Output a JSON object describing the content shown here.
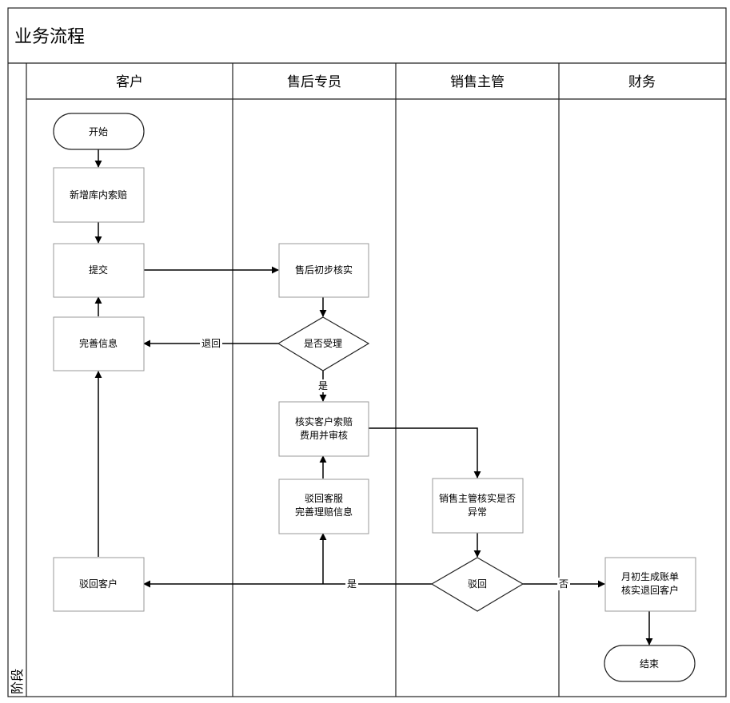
{
  "diagram": {
    "title": "业务流程",
    "phase_label": "阶段",
    "lanes": [
      {
        "id": "customer",
        "label": "客户"
      },
      {
        "id": "aftersales",
        "label": "售后专员"
      },
      {
        "id": "salesmgr",
        "label": "销售主管"
      },
      {
        "id": "finance",
        "label": "财务"
      }
    ],
    "nodes": [
      {
        "id": "start",
        "type": "terminal",
        "lines": [
          "开始"
        ]
      },
      {
        "id": "new_claim",
        "type": "process",
        "lines": [
          "新增库内索赔"
        ]
      },
      {
        "id": "submit",
        "type": "process",
        "lines": [
          "提交"
        ]
      },
      {
        "id": "improve",
        "type": "process",
        "lines": [
          "完善信息"
        ]
      },
      {
        "id": "reject_customer",
        "type": "process",
        "lines": [
          "驳回客户"
        ]
      },
      {
        "id": "prelim_check",
        "type": "process",
        "lines": [
          "售后初步核实"
        ]
      },
      {
        "id": "accept",
        "type": "decision",
        "lines": [
          "是否受理"
        ]
      },
      {
        "id": "verify_cost",
        "type": "process",
        "lines": [
          "核实客户索赔",
          "费用并审核"
        ]
      },
      {
        "id": "reject_service",
        "type": "process",
        "lines": [
          "驳回客服",
          "完善理赔信息"
        ]
      },
      {
        "id": "mgr_check",
        "type": "process",
        "lines": [
          "销售主管核实是否",
          "异常"
        ]
      },
      {
        "id": "reject_dec",
        "type": "decision",
        "lines": [
          "驳回"
        ]
      },
      {
        "id": "monthly",
        "type": "process",
        "lines": [
          "月初生成账单",
          "核实退回客户"
        ]
      },
      {
        "id": "end",
        "type": "terminal",
        "lines": [
          "结束"
        ]
      }
    ],
    "edges": [
      {
        "from": "start",
        "to": "new_claim",
        "label": ""
      },
      {
        "from": "new_claim",
        "to": "submit",
        "label": ""
      },
      {
        "from": "submit",
        "to": "prelim_check",
        "label": ""
      },
      {
        "from": "prelim_check",
        "to": "accept",
        "label": ""
      },
      {
        "from": "accept",
        "to": "improve",
        "label": "退回"
      },
      {
        "from": "improve",
        "to": "submit",
        "label": ""
      },
      {
        "from": "accept",
        "to": "verify_cost",
        "label": "是"
      },
      {
        "from": "verify_cost",
        "to": "mgr_check",
        "label": ""
      },
      {
        "from": "mgr_check",
        "to": "reject_dec",
        "label": ""
      },
      {
        "from": "reject_dec",
        "to": "reject_customer",
        "label": "是"
      },
      {
        "from": "reject_dec",
        "to": "reject_service",
        "label": ""
      },
      {
        "from": "reject_service",
        "to": "verify_cost",
        "label": ""
      },
      {
        "from": "reject_customer",
        "to": "improve",
        "label": ""
      },
      {
        "from": "reject_dec",
        "to": "monthly",
        "label": "否"
      },
      {
        "from": "monthly",
        "to": "end",
        "label": ""
      }
    ]
  }
}
